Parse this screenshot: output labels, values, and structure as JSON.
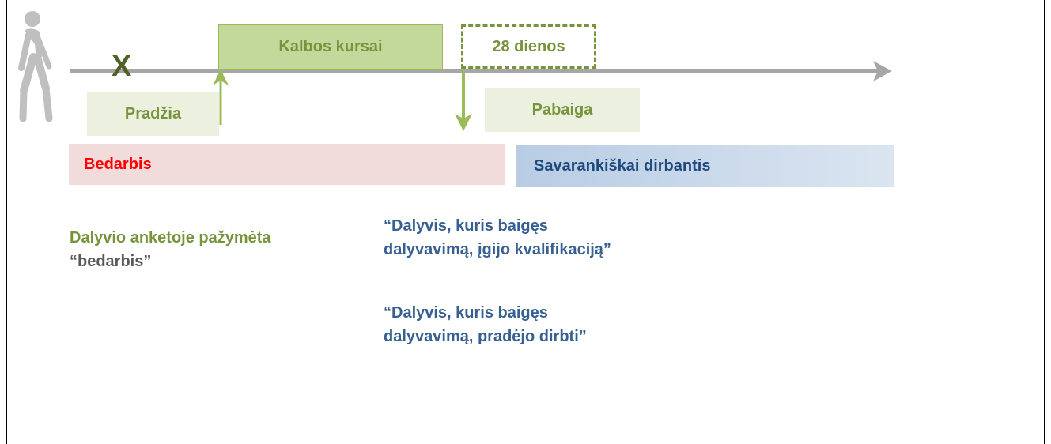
{
  "timeline": {
    "marker_x": "X",
    "course_label": "Kalbos kursai",
    "period_label": "28 dienos",
    "start_label": "Pradžia",
    "end_label": "Pabaiga"
  },
  "status": {
    "before": "Bedarbis",
    "after": "Savarankiškai dirbantis"
  },
  "notes": {
    "questionnaire_line1": "Dalyvio anketoje pažymėta",
    "questionnaire_line2": "“bedarbis”",
    "result1_line1": "“Dalyvis, kuris baigęs",
    "result1_line2": "dalyvavimą, įgijo kvalifikaciją”",
    "result2_line1": "“Dalyvis, kuris baigęs",
    "result2_line2": "dalyvavimą, pradėjo dirbti”"
  },
  "colors": {
    "green_text": "#77933c",
    "green_fill": "#c3d89b",
    "light_green_fill": "#ebf1de",
    "red_text": "#ff0000",
    "pink_fill": "#f2dcdb",
    "blue_text": "#1f497d",
    "quote_blue": "#376092",
    "arrow_gray": "#a6a6a6",
    "figure_gray": "#bfbfbf"
  },
  "icons": {
    "walker": "walking-person-icon",
    "timeline": "timeline-arrow-icon"
  }
}
